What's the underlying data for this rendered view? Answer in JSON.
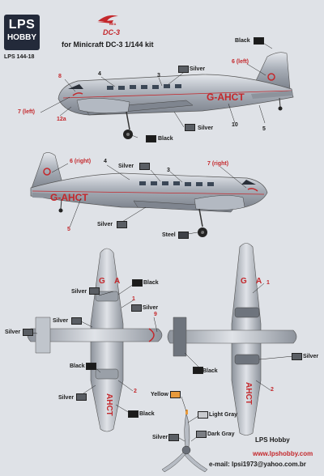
{
  "header": {
    "brand_top": "LPS",
    "brand_bottom": "HOBBY",
    "kit_code": "LPS 144-18",
    "model": "DC-3",
    "subtitle": "for Minicraft DC-3  1/144 kit"
  },
  "registration": "G-AHCT",
  "swatch_colors": {
    "black": "#1b1b1b",
    "silver": "#5a5e64",
    "steel": "#3e4147",
    "yellow": "#e89a3c",
    "light_gray": "#c9cbcf",
    "dark_gray": "#7b7e84"
  },
  "colors": {
    "paper": "#dfe2e7",
    "callout_red": "#c4282c",
    "metal": "#a8aeb6"
  },
  "left_profile": {
    "labels": {
      "black_fin": "Black",
      "fin_marking": "6 (left)",
      "silver_top": "Silver",
      "n8": "8",
      "n4": "4",
      "n3": "3",
      "nose_marking": "7 (left)",
      "n12a": "12a",
      "silver_mid": "Silver",
      "n10": "10",
      "n5": "5",
      "black_gear": "Black"
    }
  },
  "right_profile": {
    "labels": {
      "fin_marking": "6 (right)",
      "silver_top": "Silver",
      "n4": "4",
      "n3": "3",
      "nose_marking": "7 (right)",
      "n5": "5",
      "silver_bottom": "Silver",
      "steel_gear": "Steel"
    }
  },
  "top_view": {
    "labels": {
      "black_nacelle": "Black",
      "silver_wing": "Silver",
      "n1": "1",
      "silver_wing2": "Silver",
      "silver_tail": "Silver",
      "silver_tailplane": "Silver",
      "n9": "9",
      "black_lower": "Black",
      "n2": "2",
      "silver_lower": "Silver",
      "black_tip": "Black"
    }
  },
  "bottom_view": {
    "labels": {
      "n1": "1",
      "black_tail": "Black",
      "silver_nacelle": "Silver",
      "n2": "2"
    }
  },
  "propeller": {
    "labels": {
      "yellow": "Yellow",
      "light_gray": "Light Gray",
      "silver": "Silver",
      "dark_gray": "Dark Gray"
    }
  },
  "footer": {
    "company": "LPS Hobby",
    "website": "www.lpshobby.com",
    "email": "e-mail: lpsi1973@yahoo.com.br"
  }
}
